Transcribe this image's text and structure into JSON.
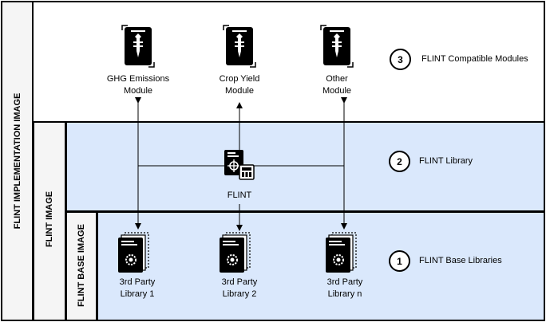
{
  "labels": {
    "implementation_image": "FLINT IMPLEMENTATION IMAGE",
    "flint_image": "FLINT IMAGE",
    "base_image": "FLINT BASE IMAGE"
  },
  "modules": [
    {
      "line1": "GHG Emissions",
      "line2": "Module",
      "icon": "module-icon"
    },
    {
      "line1": "Crop Yield",
      "line2": "Module",
      "icon": "module-icon"
    },
    {
      "line1": "Other",
      "line2": "Module",
      "icon": "module-icon"
    }
  ],
  "flint": {
    "label": "FLINT",
    "icon": "flint-library-icon"
  },
  "libraries": [
    {
      "line1": "3rd Party",
      "line2": "Library 1",
      "icon": "library-gear-icon"
    },
    {
      "line1": "3rd Party",
      "line2": "Library 2",
      "icon": "library-gear-icon"
    },
    {
      "line1": "3rd Party",
      "line2": "Library n",
      "icon": "library-gear-icon"
    }
  ],
  "legend": [
    {
      "number": "3",
      "text": "FLINT Compatible Modules"
    },
    {
      "number": "2",
      "text": "FLINT Library"
    },
    {
      "number": "1",
      "text": "FLINT Base Libraries"
    }
  ],
  "colors": {
    "panel_fill": "#dae8fc",
    "side_fill": "#f5f5f5",
    "stroke": "#000000"
  }
}
